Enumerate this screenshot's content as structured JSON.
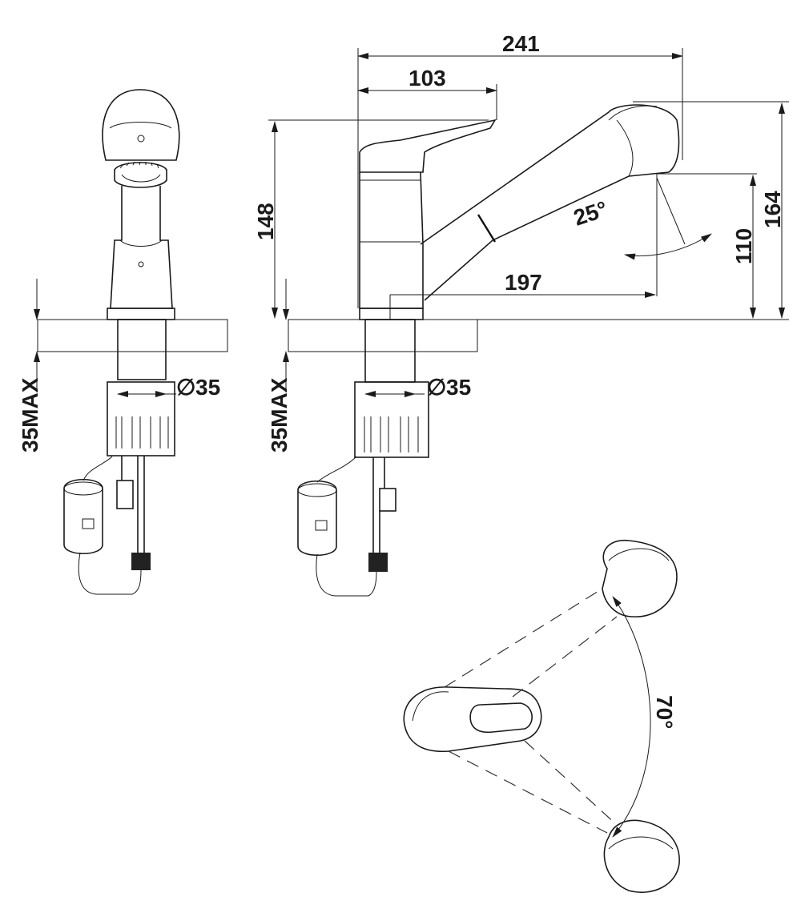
{
  "dimensions": {
    "overall_length": "241",
    "handle_length": "103",
    "spout_reach": "197",
    "body_height": "148",
    "total_height": "164",
    "spout_height": "110",
    "spout_angle": "25°",
    "handle_swing": "70°",
    "hole_diameter_front": "35",
    "hole_diameter_side": "35",
    "deck_thickness_front": "35MAX",
    "deck_thickness_side": "35MAX",
    "diameter_symbol": "∅"
  },
  "views": [
    "front-view",
    "side-view",
    "top-view"
  ]
}
